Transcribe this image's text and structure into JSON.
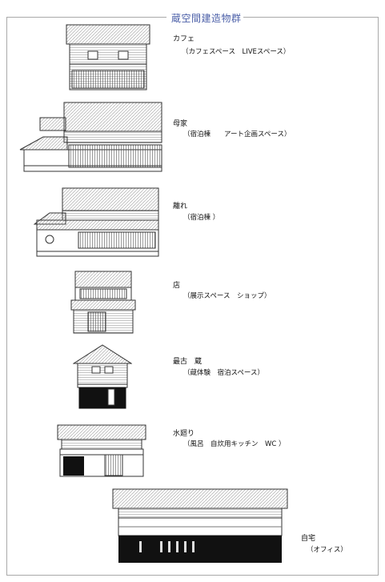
{
  "page": {
    "title": "蔵空間建造物群"
  },
  "buildings": [
    {
      "id": "cafe",
      "name": "カフェ",
      "description": "（カフェスペース　LIVEスペース）"
    },
    {
      "id": "omoya",
      "name": "母家",
      "description": "（宿泊棟　　アート企画スペース）"
    },
    {
      "id": "hanare",
      "name": "離れ",
      "description": "（宿泊棟 ）"
    },
    {
      "id": "mise",
      "name": "店",
      "description": "（展示スペース　ショップ）"
    },
    {
      "id": "saiko",
      "name": "最古　蔵",
      "description": "（蔵体験　宿泊スペース）"
    },
    {
      "id": "mizumawari",
      "name": "水廻り",
      "description": "（風呂　自炊用キッチン　WC ）"
    },
    {
      "id": "jitaku",
      "name": "自宅",
      "description": "（オフィス）"
    }
  ]
}
